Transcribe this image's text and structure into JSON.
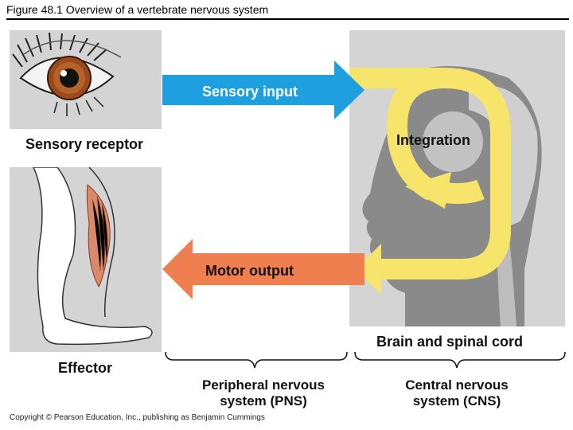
{
  "figure": {
    "title": "Figure 48.1  Overview of a vertebrate nervous system"
  },
  "labels": {
    "sensory_receptor": "Sensory receptor",
    "effector": "Effector",
    "sensory_input": "Sensory input",
    "motor_output": "Motor output",
    "integration": "Integration",
    "brain_spinal_cord": "Brain and spinal cord",
    "pns_line1": "Peripheral nervous",
    "pns_line2": "system (PNS)",
    "cns_line1": "Central nervous",
    "cns_line2": "system (CNS)"
  },
  "copyright": "Copyright © Pearson Education, Inc., publishing as Benjamin Cummings",
  "colors": {
    "sensory_arrow": "#1e9fe0",
    "motor_arrow": "#f07f4f",
    "integration_loop": "#f7e46a",
    "panel_gray": "#d4d4d4",
    "head_dark": "#8a8a8a",
    "muscle": "#d98a6a"
  },
  "icons": {
    "eye": "eye-illustration",
    "leg": "leg-muscle-illustration",
    "head": "head-brain-silhouette"
  }
}
